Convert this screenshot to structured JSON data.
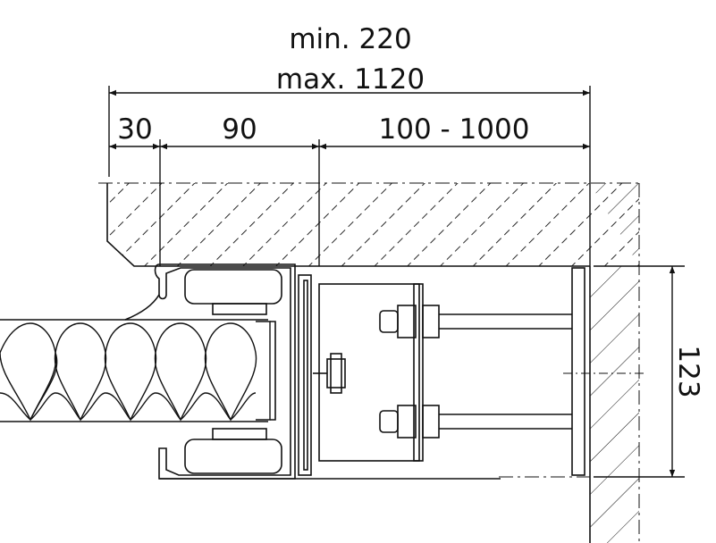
{
  "dimensions": {
    "overall_min": "min. 220",
    "overall_max": "max. 1120",
    "seg_1": "30",
    "seg_2": "90",
    "seg_3": "100 - 1000",
    "height": "123"
  },
  "colors": {
    "line": "#111111",
    "background": "#ffffff"
  }
}
